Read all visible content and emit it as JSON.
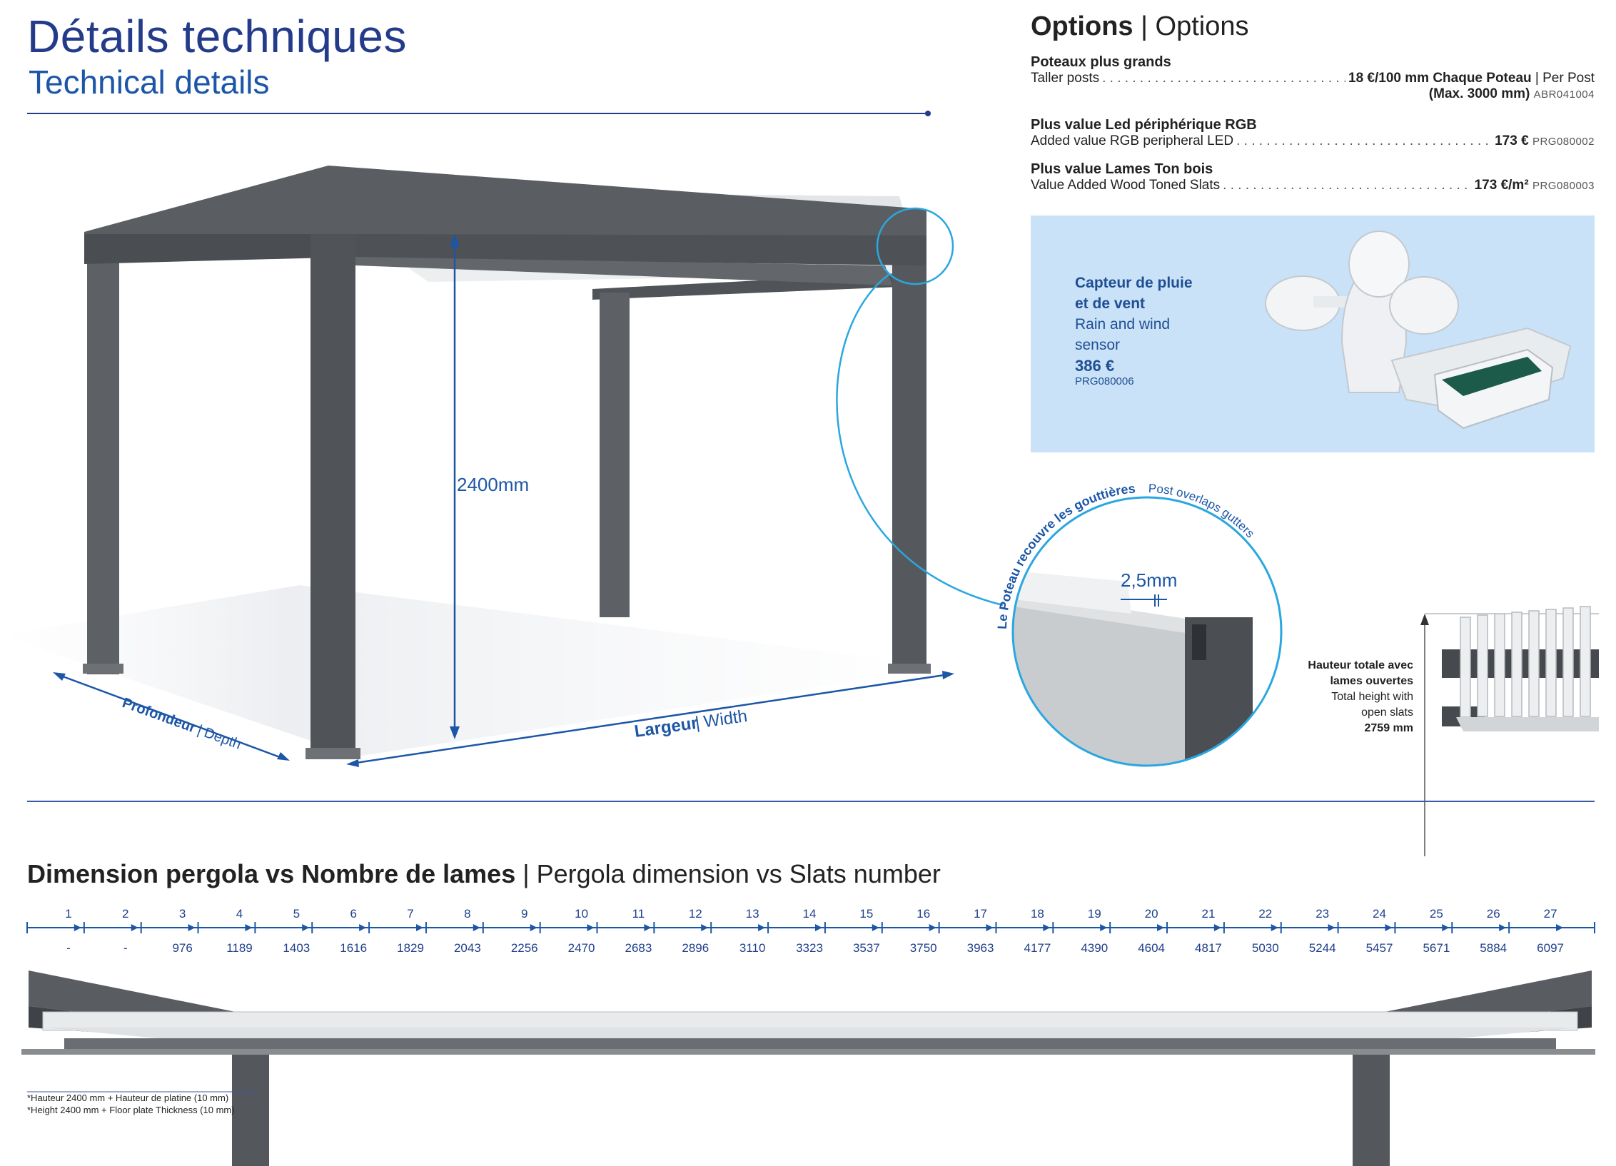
{
  "header": {
    "title_fr": "Détails techniques",
    "title_en": "Technical details"
  },
  "drawing": {
    "height_label": "2400mm",
    "depth_label_fr": "Profondeur",
    "depth_label_en": "Depth",
    "width_label_fr": "Largeur",
    "width_label_en": "Width",
    "sep": "|",
    "detail_arc_text_fr": "Le Poteau recouvre les gouttières",
    "detail_arc_text_en": "Post overlaps gutters",
    "detail_gap": "2,5mm"
  },
  "options": {
    "title_bold": "Options",
    "title_rest": "| Options",
    "items": [
      {
        "name_fr": "Poteaux plus grands",
        "name_en": "Taller posts",
        "price": "18 €/100 mm Chaque Poteau",
        "price_suffix": "| Per Post",
        "extra": "(Max. 3000 mm)",
        "code": "ABR041004"
      },
      {
        "name_fr": "Plus value Led périphérique RGB",
        "name_en": "Added value RGB peripheral LED",
        "price": "173 €",
        "code": "PRG080002"
      },
      {
        "name_fr": "Plus value Lames Ton bois",
        "name_en": "Value Added Wood Toned Slats",
        "price": "173 €/m²",
        "code": "PRG080003"
      }
    ],
    "sensor": {
      "name_fr_1": "Capteur de pluie",
      "name_fr_2": "et de vent",
      "name_en_1": "Rain and wind",
      "name_en_2": "sensor",
      "price": "386 €",
      "code": "PRG080006"
    }
  },
  "slats_height": {
    "fr_1": "Hauteur totale avec",
    "fr_2": "lames ouvertes",
    "en_1": "Total height with",
    "en_2": "open slats",
    "value": "2759 mm"
  },
  "dimension_table": {
    "title_bold": "Dimension pergola vs Nombre de lames",
    "title_rest": "| Pergola dimension vs Slats number",
    "slats": [
      "1",
      "2",
      "3",
      "4",
      "5",
      "6",
      "7",
      "8",
      "9",
      "10",
      "11",
      "12",
      "13",
      "14",
      "15",
      "16",
      "17",
      "18",
      "19",
      "20",
      "21",
      "22",
      "23",
      "24",
      "25",
      "26",
      "27"
    ],
    "dimensions_mm": [
      "-",
      "-",
      "976",
      "1189",
      "1403",
      "1616",
      "1829",
      "2043",
      "2256",
      "2470",
      "2683",
      "2896",
      "3110",
      "3323",
      "3537",
      "3750",
      "3963",
      "4177",
      "4390",
      "4604",
      "4817",
      "5030",
      "5244",
      "5457",
      "5671",
      "5884",
      "6097"
    ]
  },
  "footnote": {
    "fr": "*Hauteur 2400 mm + Hauteur de platine (10 mm)",
    "en": "*Height 2400 mm + Floor plate Thickness (10 mm)"
  },
  "colors": {
    "brand_blue": "#233b8a",
    "accent_blue": "#1c56a6",
    "cyan_detail": "#2aa7e0",
    "frame_grey": "#55585c",
    "sensor_bg": "#c9e2f7"
  }
}
